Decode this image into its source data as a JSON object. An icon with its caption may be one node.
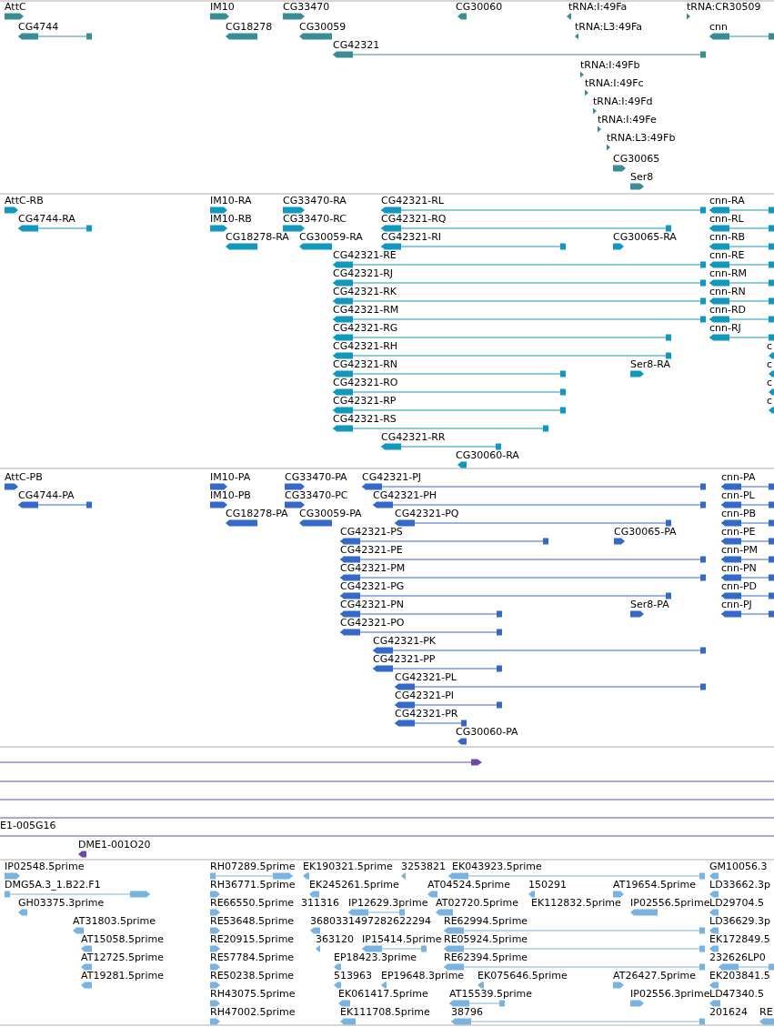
{
  "diagram": {
    "labels": [
      "AttC",
      "IM10",
      "CG33470",
      "CG30060",
      "tRNA:I:49Fa",
      "tRNA:CR30509",
      "CG4744",
      "CG18278",
      "CG30059",
      "tRNA:L3:49Fa",
      "cnn",
      "CG42321",
      "tRNA:I:49Fb",
      "tRNA:I:49Fc",
      "tRNA:I:49Fd",
      "tRNA:I:49Fe",
      "tRNA:L3:49Fb",
      "CG30065",
      "Ser8",
      "AttC-RB",
      "IM10-RA",
      "CG33470-RA",
      "CG42321-RL",
      "cnn-RA",
      "CG4744-RA",
      "IM10-RB",
      "CG33470-RC",
      "CG42321-RQ",
      "cnn-RL",
      "CG18278-RA",
      "CG30059-RA",
      "CG42321-RI",
      "CG30065-RA",
      "cnn-RB",
      "CG42321-RE",
      "cnn-RE",
      "CG42321-RJ",
      "cnn-RM",
      "CG42321-RK",
      "cnn-RN",
      "CG42321-RM",
      "cnn-RD",
      "CG42321-RG",
      "cnn-RJ",
      "CG42321-RH",
      "c",
      "CG42321-RN",
      "Ser8-RA",
      "c",
      "CG42321-RO",
      "c",
      "CG42321-RP",
      "c",
      "CG42321-RS",
      "CG42321-RR",
      "CG30060-RA",
      "AttC-PB",
      "IM10-PA",
      "CG33470-PA",
      "CG42321-PJ",
      "cnn-PA",
      "CG4744-PA",
      "IM10-PB",
      "CG33470-PC",
      "CG42321-PH",
      "cnn-PL",
      "CG18278-PA",
      "CG30059-PA",
      "CG42321-PQ",
      "cnn-PB",
      "CG42321-PS",
      "CG30065-PA",
      "cnn-PE",
      "CG42321-PE",
      "cnn-PM",
      "CG42321-PM",
      "cnn-PN",
      "CG42321-PG",
      "cnn-PD",
      "CG42321-PN",
      "Ser8-PA",
      "cnn-PJ",
      "CG42321-PO",
      "CG42321-PK",
      "CG42321-PP",
      "CG42321-PL",
      "CG42321-PI",
      "CG42321-PR",
      "CG30060-PA",
      "E1-005G16",
      "DME1-001O20",
      "IP02548.5prime",
      "RH07289.5prime",
      "EK190321.5prime",
      "3253821",
      "EK043923.5prime",
      "GM10056.3",
      "DMG5A.3_1.B22.F1",
      "RH36771.5prime",
      "EK245261.5prime",
      "AT04524.5prime",
      "150291",
      "AT19654.5prime",
      "LD33662.3p",
      "GH03375.3prime",
      "RE66550.5prime",
      "311316",
      "IP12629.3prime",
      "AT02720.5prime",
      "EK112832.5prime",
      "IP02556.5prime",
      "LD29704.5",
      "AT31803.5prime",
      "RE53648.5prime",
      "3680331497282622294",
      "RE62994.5prime",
      "LD36629.3p",
      "AT15058.5prime",
      "RE20915.5prime",
      "363120",
      "IP15414.5prime",
      "RE05924.5prime",
      "EK172849.5",
      "AT12725.5prime",
      "RE57784.5prime",
      "EP18423.3prime",
      "RE62394.5prime",
      "232626LP0",
      "AT19281.5prime",
      "RE50238.5prime",
      "513963",
      "EP19648.3prime",
      "EK075646.5prime",
      "AT26427.5prime",
      "EK203841.5",
      "RH43075.5prime",
      "EK061417.5prime",
      "AT15539.5prime",
      "IP02556.3prime",
      "LD47340.5",
      "RH47002.5prime",
      "EK111708.5prime",
      "38796",
      "201624",
      "RE"
    ]
  }
}
